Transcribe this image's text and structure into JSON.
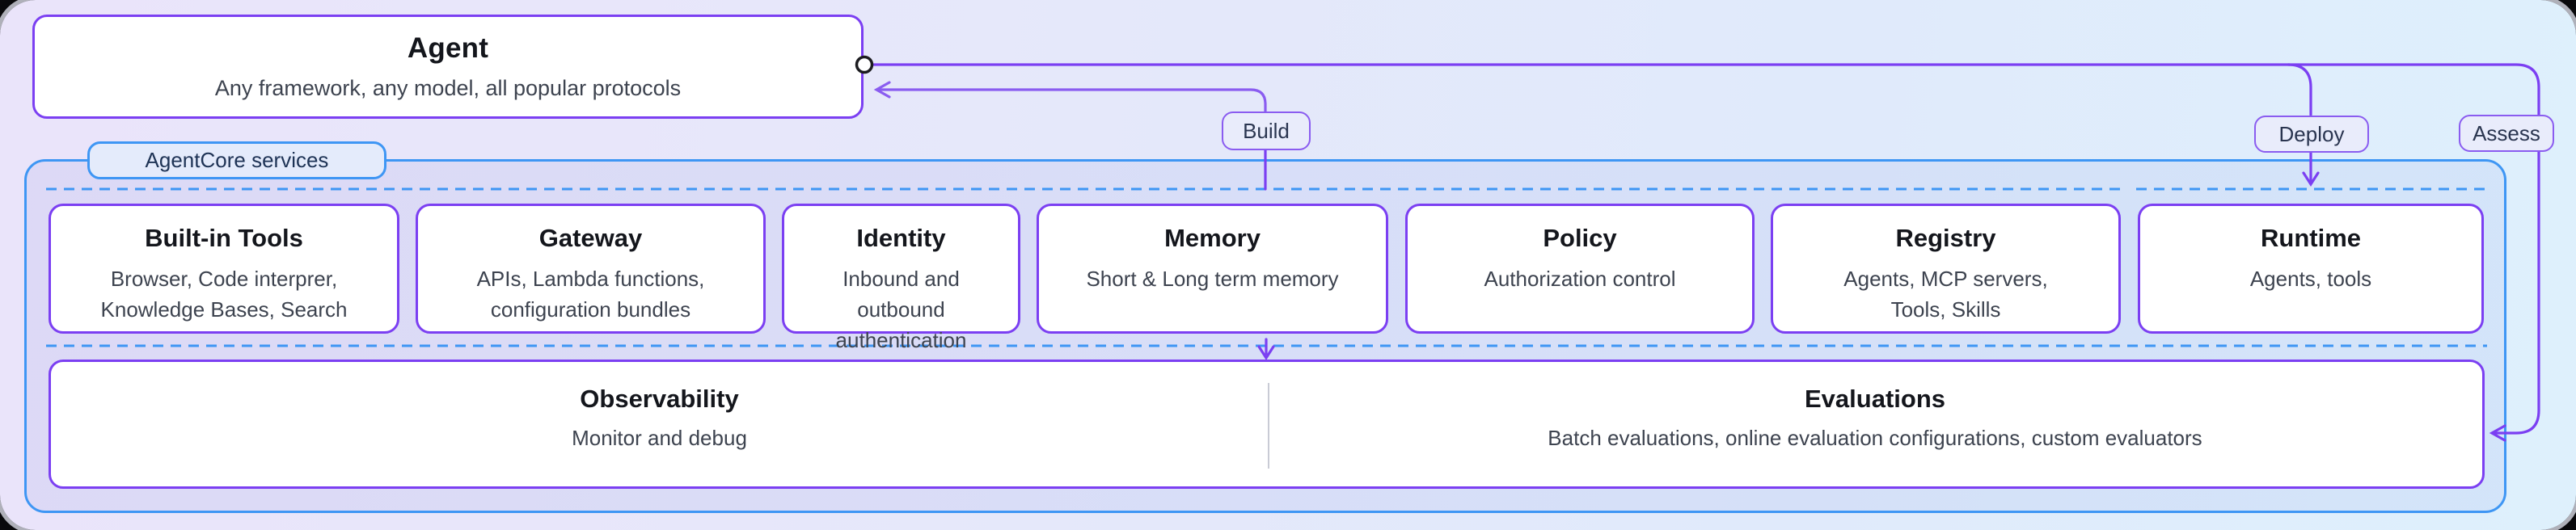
{
  "colors": {
    "purple": "#7b3ff2",
    "purple_soft": "#8a5cf0",
    "blue": "#3e96f4"
  },
  "agent": {
    "title": "Agent",
    "subtitle": "Any framework, any model, all popular protocols"
  },
  "tab": {
    "label": "AgentCore services"
  },
  "badges": {
    "build": "Build",
    "deploy": "Deploy",
    "assess": "Assess"
  },
  "services": [
    {
      "title": "Built-in Tools",
      "subtitle": "Browser, Code interprer,\nKnowledge Bases, Search"
    },
    {
      "title": "Gateway",
      "subtitle": "APIs, Lambda functions,\nconfiguration bundles"
    },
    {
      "title": "Identity",
      "subtitle": "Inbound and outbound\nauthentication"
    },
    {
      "title": "Memory",
      "subtitle": "Short & Long term memory"
    },
    {
      "title": "Policy",
      "subtitle": "Authorization control"
    },
    {
      "title": "Registry",
      "subtitle": "Agents, MCP servers,\nTools, Skills"
    },
    {
      "title": "Runtime",
      "subtitle": "Agents, tools"
    }
  ],
  "bottom": [
    {
      "title": "Observability",
      "subtitle": "Monitor and debug"
    },
    {
      "title": "Evaluations",
      "subtitle": "Batch evaluations, online evaluation configurations, custom evaluators"
    }
  ]
}
